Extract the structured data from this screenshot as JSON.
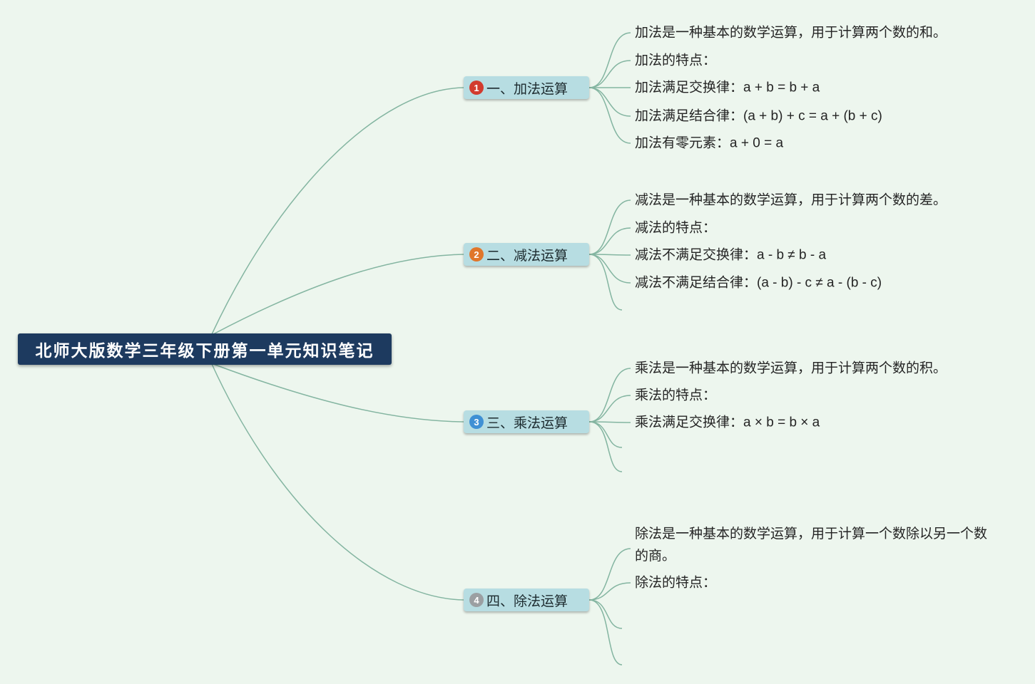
{
  "root": {
    "label": "北师大版数学三年级下册第一单元知识笔记"
  },
  "topics": [
    {
      "number": "1",
      "label": "一、加法运算",
      "badge_color": "#d23b2e",
      "leaves": [
        "加法是一种基本的数学运算，用于计算两个数的和。",
        "加法的特点：",
        "加法满足交换律：a + b = b + a",
        "加法满足结合律：(a + b) + c = a + (b + c)",
        "加法有零元素：a + 0 = a"
      ]
    },
    {
      "number": "2",
      "label": "二、减法运算",
      "badge_color": "#e0762b",
      "leaves": [
        "减法是一种基本的数学运算，用于计算两个数的差。",
        "减法的特点：",
        "减法不满足交换律：a - b ≠ b - a",
        "减法不满足结合律：(a - b) - c ≠ a - (b - c)"
      ]
    },
    {
      "number": "3",
      "label": "三、乘法运算",
      "badge_color": "#3f90d4",
      "leaves": [
        "乘法是一种基本的数学运算，用于计算两个数的积。",
        "乘法的特点：",
        "乘法满足交换律：a × b = b × a"
      ]
    },
    {
      "number": "4",
      "label": "四、除法运算",
      "badge_color": "#9b9fa2",
      "leaves": [
        "除法是一种基本的数学运算，用于计算一个数除以另一个数的商。",
        "除法的特点："
      ]
    }
  ],
  "colors": {
    "background": "#edf6ee",
    "edge": "#84b5a1",
    "root_bg": "#1d3a5f",
    "topic_bg": "#b7dde2"
  }
}
